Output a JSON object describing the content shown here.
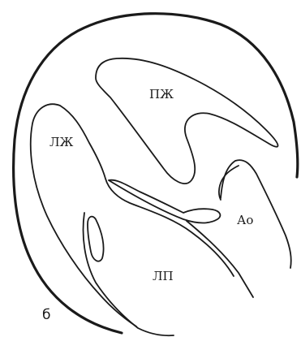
{
  "labels": {
    "right_ventricle": "ПЖ",
    "left_ventricle": "ЛЖ",
    "aorta": "Ао",
    "left_atrium": "ЛП"
  },
  "panel_letter": "б",
  "colors": {
    "stroke": "#1a1a1a",
    "background": "#ffffff"
  }
}
